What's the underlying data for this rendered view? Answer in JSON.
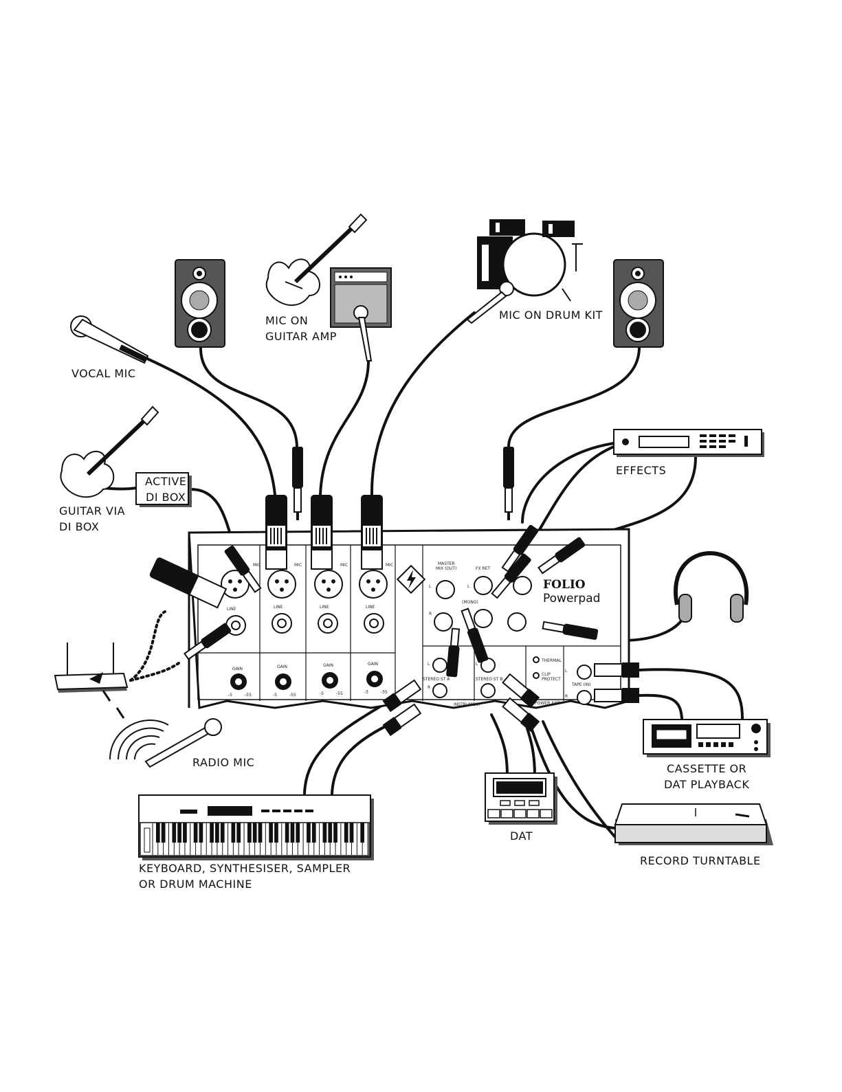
{
  "labels": {
    "vocal_mic": "VOCAL MIC",
    "mic_on_guitar_amp": "MIC ON\nGUITAR AMP",
    "mic_on_drum_kit": "MIC ON DRUM KIT",
    "guitar_via_di_box": "GUITAR VIA\nDI BOX",
    "active_di_box": "ACTIVE\nDI BOX",
    "effects": "EFFECTS",
    "radio_mic": "RADIO MIC",
    "cassette_or_dat_playback": "CASSETTE OR\nDAT PLAYBACK",
    "dat": "DAT",
    "record_turntable": "RECORD TURNTABLE",
    "keyboard": "KEYBOARD, SYNTHESISER, SAMPLER\nOR DRUM MACHINE"
  },
  "mixer": {
    "brand_line1": "FOLIO",
    "brand_line2": "Powerpad",
    "ch_mic": "MIC",
    "ch_line": "LINE",
    "gain": "GAIN",
    "gain_min": "-5",
    "gain_max": "-55",
    "master_mix": "MASTER",
    "master_mix2": "MIX (OUT)",
    "mono": "(MONO)",
    "fx_ret": "FX RET",
    "stereo_st_a": "STEREO ST A",
    "stereo_st_b": "STEREO ST B",
    "instrument": "INSTRUMENT",
    "thermal": "THERMAL",
    "clip_protect": "CLIP",
    "clip_protect2": "PROTECT",
    "power_amp": "POWER AMP",
    "tape_in": "TAPE (IN)",
    "left": "L",
    "right": "R"
  }
}
